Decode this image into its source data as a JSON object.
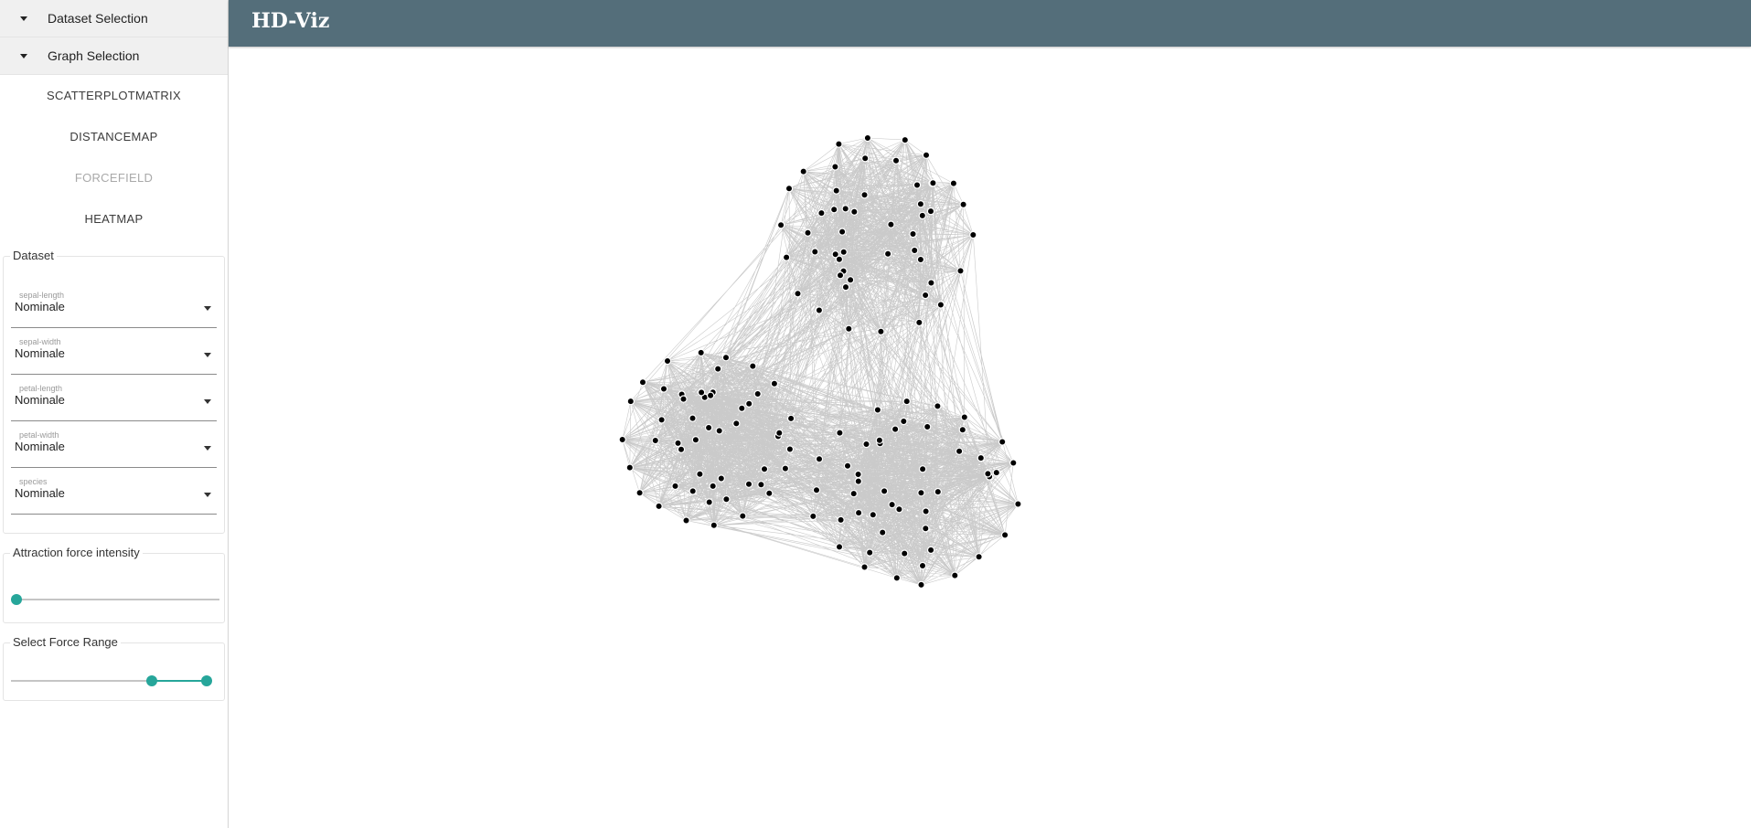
{
  "app": {
    "title": "HD-Viz"
  },
  "sidebar": {
    "accordions": [
      {
        "label": "Dataset Selection"
      },
      {
        "label": "Graph Selection"
      }
    ],
    "graph_buttons": [
      {
        "label": "SCATTERPLOTMATRIX",
        "active": true
      },
      {
        "label": "DISTANCEMAP",
        "active": true
      },
      {
        "label": "FORCEFIELD",
        "active": false
      },
      {
        "label": "HEATMAP",
        "active": true
      }
    ],
    "dataset": {
      "legend": "Dataset",
      "fields": [
        {
          "name": "sepal-length",
          "value": "Nominale"
        },
        {
          "name": "sepal-width",
          "value": "Nominale"
        },
        {
          "name": "petal-length",
          "value": "Nominale"
        },
        {
          "name": "petal-width",
          "value": "Nominale"
        },
        {
          "name": "species",
          "value": "Nominale"
        }
      ]
    },
    "attraction": {
      "legend": "Attraction force intensity",
      "value": 0.0
    },
    "force_range": {
      "legend": "Select Force Range",
      "low": 0.72,
      "high": 1.0
    }
  },
  "colors": {
    "header_bg": "#546e7a",
    "accent": "#26a69a",
    "node": "#000000",
    "edge": "#9e9e9e"
  }
}
